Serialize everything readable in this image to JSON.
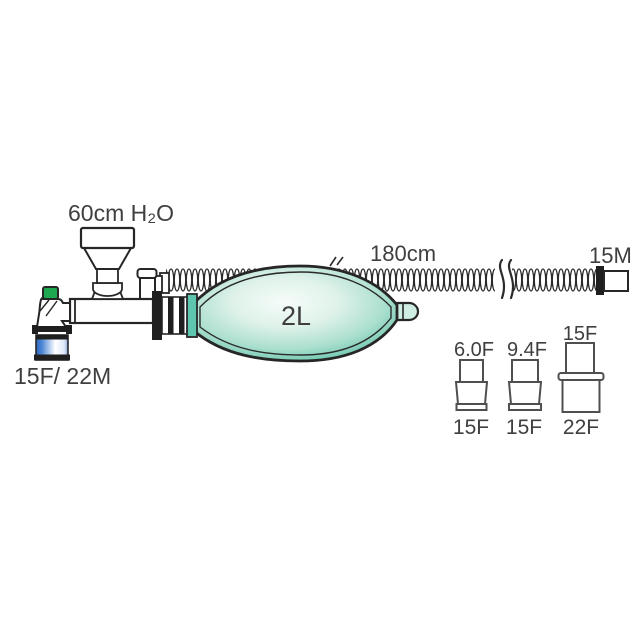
{
  "diagram": {
    "title_hint": "breathing-circuit-product-diagram",
    "labels": {
      "pressure_valve": "60cm H₂O",
      "patient_port": "15F/ 22M",
      "bag_volume": "2L",
      "tube_length": "180cm",
      "machine_end": "15M",
      "adapter1_top": "6.0F",
      "adapter2_top": "9.4F",
      "adapter3_top": "15F",
      "adapter1_bottom": "15F",
      "adapter2_bottom": "15F",
      "adapter3_bottom": "22F"
    },
    "colors": {
      "outline": "#262626",
      "adapter_outline": "#4f4f4f",
      "text": "#3f3f3f",
      "bag_teal_edge": "#63c3ac",
      "bag_light_center": "#f6fcf9",
      "neck_teal": "#5ec5ae",
      "cap_green": "#1ea850",
      "connector_blue": "#3f79cc",
      "flange_dark": "#1f1f1f"
    }
  }
}
